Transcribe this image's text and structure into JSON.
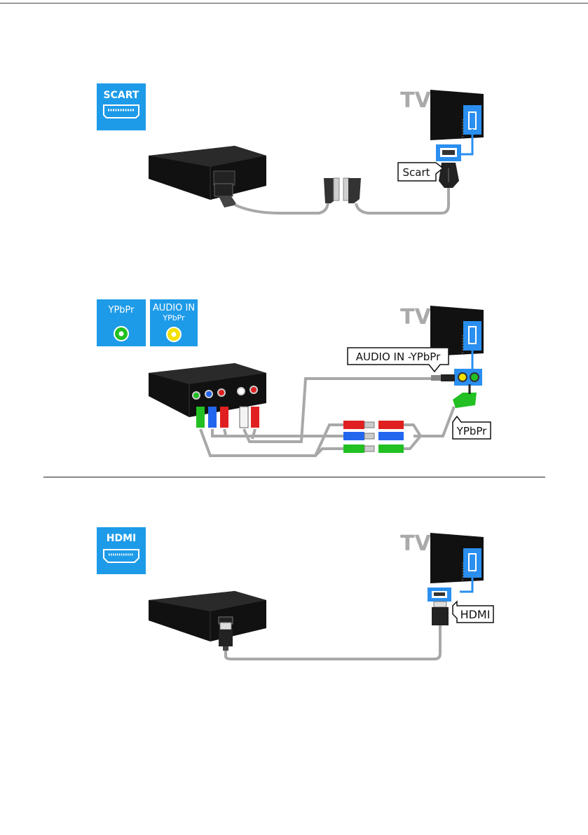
{
  "sections": [
    {
      "id": "scart",
      "icons": [
        {
          "label": "SCART",
          "symbol": "scart-port-icon"
        }
      ],
      "tv_label": "TV",
      "callouts": [
        "Scart"
      ]
    },
    {
      "id": "ypbpr",
      "icons": [
        {
          "label": "YPbPr",
          "symbol": "rca-jack-green-icon"
        },
        {
          "label_line1": "AUDIO IN",
          "label_line2": "YPbPr",
          "symbol": "rca-jack-yellow-icon"
        }
      ],
      "tv_label": "TV",
      "callouts": [
        "AUDIO IN -YPbPr",
        "YPbPr"
      ]
    },
    {
      "id": "hdmi",
      "icons": [
        {
          "label": "HDMI",
          "symbol": "hdmi-port-icon"
        }
      ],
      "tv_label": "TV",
      "callouts": [
        "HDMI"
      ]
    }
  ],
  "colors": {
    "icon_blue": "#1e9be8",
    "port_blue": "#2a8ff0",
    "cable_gray": "#a8a8a8",
    "tv_label_gray": "#aaaaaa",
    "device_black": "#111111",
    "plug_red": "#e02020",
    "plug_green": "#22c022",
    "plug_blue": "#2266ee",
    "jack_yellow": "#f2e100"
  }
}
